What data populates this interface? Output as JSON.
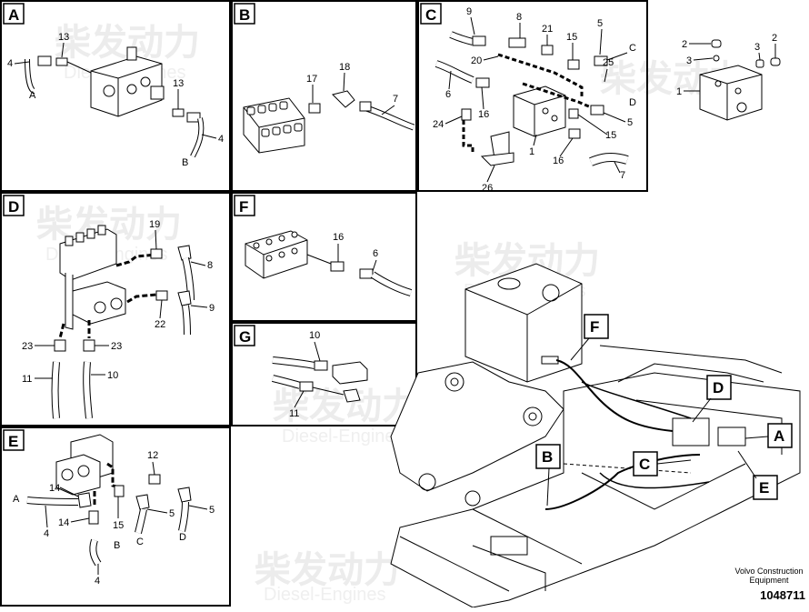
{
  "watermark": {
    "cn": "柴发动力",
    "en": "Diesel-Engines"
  },
  "panels": {
    "A": {
      "label": "A",
      "callouts": {
        "c4a": "4",
        "c13a": "13",
        "c13b": "13",
        "c4b": "4",
        "ca": "A",
        "cb": "B"
      }
    },
    "B": {
      "label": "B",
      "callouts": {
        "c17": "17",
        "c18": "18",
        "c7": "7"
      }
    },
    "C": {
      "label": "C",
      "callouts": {
        "c9": "9",
        "c8": "8",
        "c21": "21",
        "c5a": "5",
        "c15a": "15",
        "c20": "20",
        "cc": "C",
        "c25": "25",
        "c6": "6",
        "cd": "D",
        "c24": "24",
        "c16a": "16",
        "c1": "1",
        "c5b": "5",
        "c15b": "15",
        "c16b": "16",
        "c7": "7",
        "c26": "26"
      }
    },
    "C2": {
      "callouts": {
        "c2a": "2",
        "c3a": "3",
        "c3b": "3",
        "c2b": "2",
        "c1": "1"
      }
    },
    "D": {
      "label": "D",
      "callouts": {
        "c19": "19",
        "c8": "8",
        "c9": "9",
        "c22": "22",
        "c23a": "23",
        "c23b": "23",
        "c11": "11",
        "c10": "10"
      }
    },
    "E": {
      "label": "E",
      "callouts": {
        "c12": "12",
        "c14a": "14",
        "ca": "A",
        "c4a": "4",
        "c14b": "14",
        "c15": "15",
        "c5a": "5",
        "c5b": "5",
        "cb": "B",
        "cc": "C",
        "cd": "D",
        "c4b": "4"
      }
    },
    "F": {
      "label": "F",
      "callouts": {
        "c16": "16",
        "c6": "6"
      }
    },
    "G": {
      "label": "G",
      "callouts": {
        "c10": "10",
        "c11": "11"
      }
    }
  },
  "overview": {
    "labels": {
      "f": "F",
      "d": "D",
      "a": "A",
      "b": "B",
      "c": "C",
      "e": "E"
    }
  },
  "footer": {
    "line1": "Volvo Construction",
    "line2": "Equipment",
    "doc_number": "1048711"
  }
}
